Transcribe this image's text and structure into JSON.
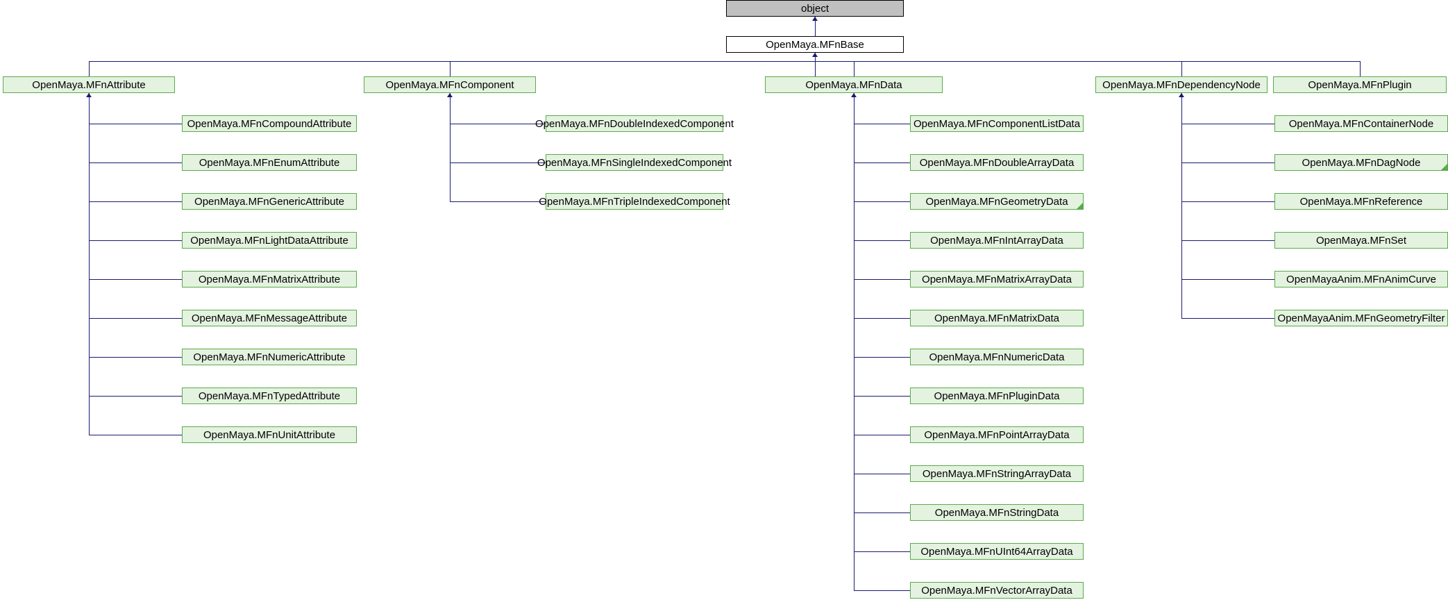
{
  "diagram": {
    "title": "OpenMaya class inheritance diagram",
    "colors": {
      "root_fill": "#c0c0c0",
      "base_fill": "#ffffff",
      "class_fill": "#e4f2e0",
      "class_border": "#5aab4a",
      "edge": "#191970",
      "text": "#000000"
    },
    "root": {
      "label": "object"
    },
    "base": {
      "label": "OpenMaya.MFnBase"
    },
    "level2": [
      {
        "label": "OpenMaya.MFnAttribute"
      },
      {
        "label": "OpenMaya.MFnComponent"
      },
      {
        "label": "OpenMaya.MFnData"
      },
      {
        "label": "OpenMaya.MFnDependencyNode"
      },
      {
        "label": "OpenMaya.MFnPlugin"
      }
    ],
    "attribute_children": [
      {
        "label": "OpenMaya.MFnCompoundAttribute"
      },
      {
        "label": "OpenMaya.MFnEnumAttribute"
      },
      {
        "label": "OpenMaya.MFnGenericAttribute"
      },
      {
        "label": "OpenMaya.MFnLightDataAttribute"
      },
      {
        "label": "OpenMaya.MFnMatrixAttribute"
      },
      {
        "label": "OpenMaya.MFnMessageAttribute"
      },
      {
        "label": "OpenMaya.MFnNumericAttribute"
      },
      {
        "label": "OpenMaya.MFnTypedAttribute"
      },
      {
        "label": "OpenMaya.MFnUnitAttribute"
      }
    ],
    "component_children": [
      {
        "label": "OpenMaya.MFnDoubleIndexedComponent"
      },
      {
        "label": "OpenMaya.MFnSingleIndexedComponent"
      },
      {
        "label": "OpenMaya.MFnTripleIndexedComponent"
      }
    ],
    "data_children": [
      {
        "label": "OpenMaya.MFnComponentListData"
      },
      {
        "label": "OpenMaya.MFnDoubleArrayData"
      },
      {
        "label": "OpenMaya.MFnGeometryData",
        "folded": true
      },
      {
        "label": "OpenMaya.MFnIntArrayData"
      },
      {
        "label": "OpenMaya.MFnMatrixArrayData"
      },
      {
        "label": "OpenMaya.MFnMatrixData"
      },
      {
        "label": "OpenMaya.MFnNumericData"
      },
      {
        "label": "OpenMaya.MFnPluginData"
      },
      {
        "label": "OpenMaya.MFnPointArrayData"
      },
      {
        "label": "OpenMaya.MFnStringArrayData"
      },
      {
        "label": "OpenMaya.MFnStringData"
      },
      {
        "label": "OpenMaya.MFnUInt64ArrayData"
      },
      {
        "label": "OpenMaya.MFnVectorArrayData"
      }
    ],
    "dependencynode_children": [
      {
        "label": "OpenMaya.MFnContainerNode"
      },
      {
        "label": "OpenMaya.MFnDagNode",
        "folded": true
      },
      {
        "label": "OpenMaya.MFnReference"
      },
      {
        "label": "OpenMaya.MFnSet"
      },
      {
        "label": "OpenMayaAnim.MFnAnimCurve"
      },
      {
        "label": "OpenMayaAnim.MFnGeometryFilter"
      }
    ]
  }
}
